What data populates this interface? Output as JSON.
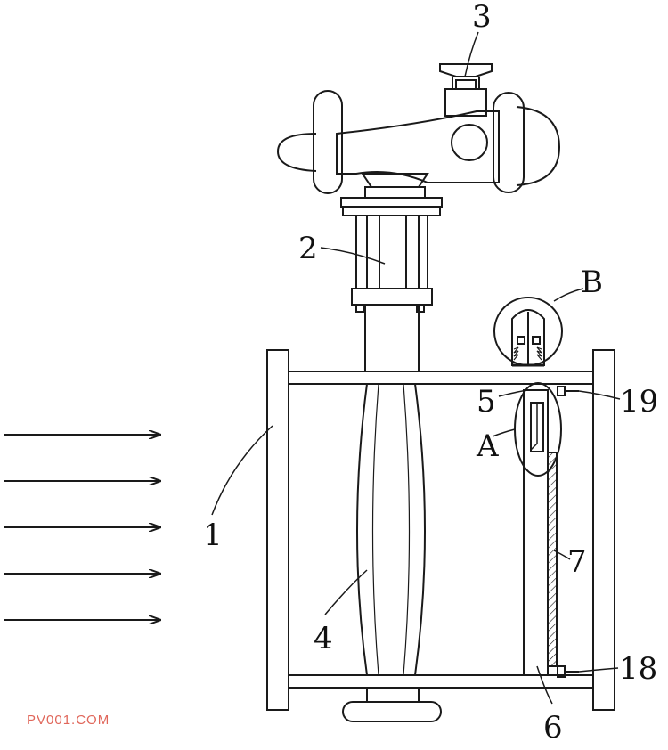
{
  "labels": {
    "l1": "1",
    "l2": "2",
    "l3": "3",
    "l4": "4",
    "l5": "5",
    "l6": "6",
    "l7": "7",
    "l18": "18",
    "l19": "19",
    "lA": "A",
    "lB": "B"
  },
  "watermark": "PV001.COM",
  "colors": {
    "stroke": "#1a1a1a",
    "watermark": "#e0665a"
  }
}
